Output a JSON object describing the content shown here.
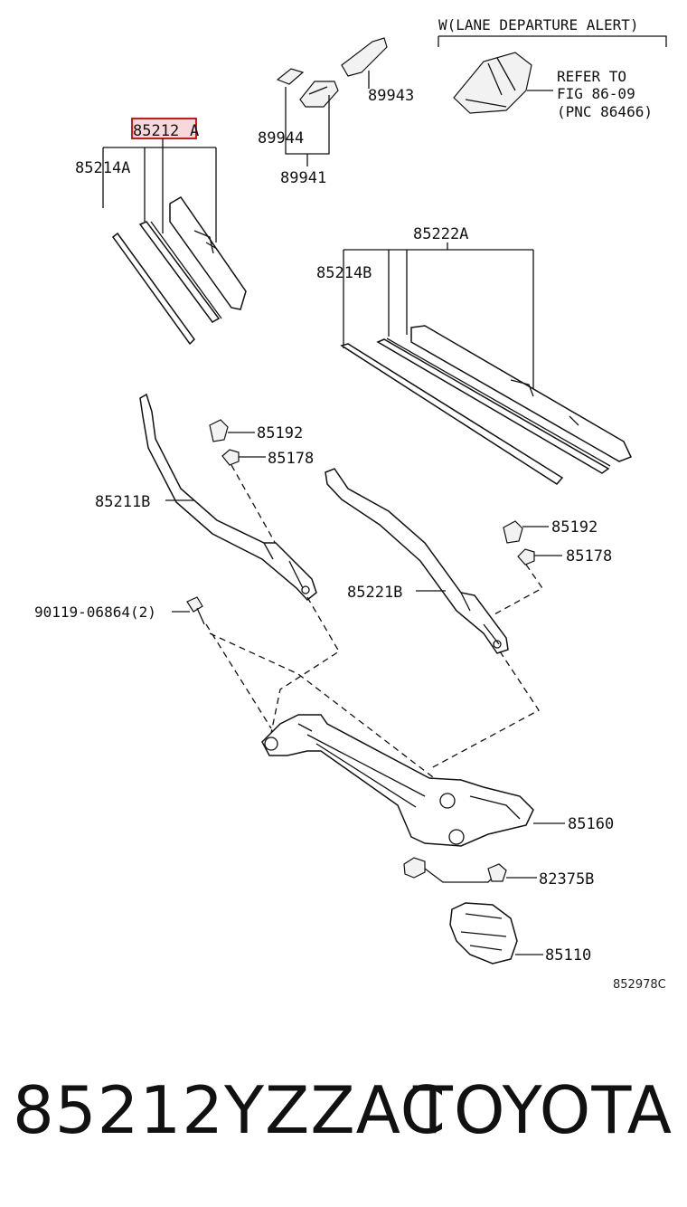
{
  "diagram": {
    "note_header": "W(LANE DEPARTURE ALERT)",
    "refer_lines": [
      "REFER TO",
      "FIG 86-09",
      "(PNC 86466)"
    ],
    "highlight_color": "#cc0000",
    "labels": {
      "p85212A_main": "85212",
      "p85212A_suffix": "A",
      "p85214A": "85214A",
      "p89943": "89943",
      "p89944": "89944",
      "p89941": "89941",
      "p85222A": "85222A",
      "p85214B": "85214B",
      "p85192_a": "85192",
      "p85178_a": "85178",
      "p85211B": "85211B",
      "p85192_b": "85192",
      "p85178_b": "85178",
      "p85221B": "85221B",
      "p90119": "90119-06864(2)",
      "p85160": "85160",
      "p82375B": "82375B",
      "p85110": "85110",
      "figure_code": "852978C"
    }
  },
  "footer": {
    "part_number": "85212YZZAC",
    "brand": "TOYOTA"
  }
}
